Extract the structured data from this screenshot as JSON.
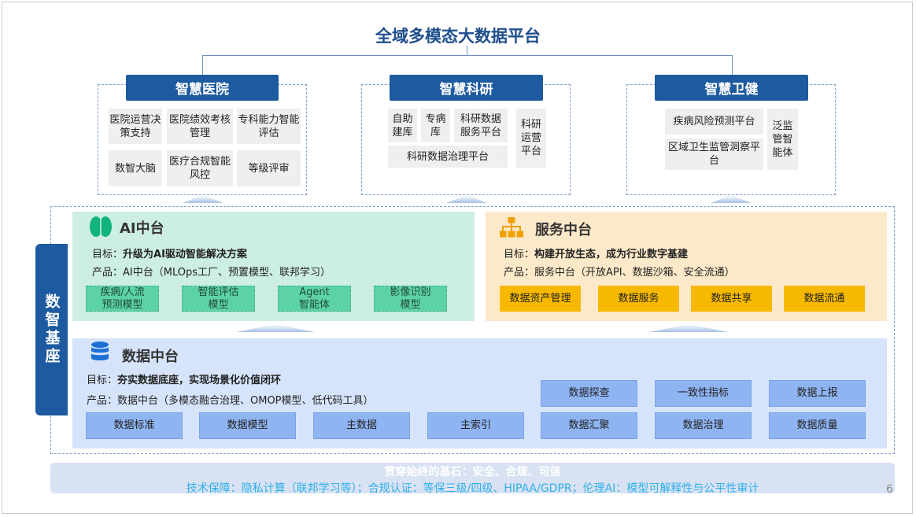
{
  "title": "全域多模态大数据平台",
  "apps": [
    {
      "name": "智慧医院",
      "items": [
        "医院运营决策支持",
        "医院绩效考核管理",
        "专科能力智能评估",
        "数智大脑",
        "医疗合规智能风控",
        "等级评审"
      ]
    },
    {
      "name": "智慧科研",
      "items": [
        "自助建库",
        "专病库",
        "科研数据服务平台",
        "科研运营平台",
        "科研数据治理平台"
      ]
    },
    {
      "name": "智慧卫健",
      "items": [
        "疾病风险预测平台",
        "区域卫生监管洞察平台",
        "泛监管智能体"
      ]
    }
  ],
  "foundation_label": "数智基座",
  "ai": {
    "title": "AI中台",
    "goal_label": "目标：",
    "goal": "升级为AI驱动智能解决方案",
    "product": "产品：AI中台（MLOps工厂、预置模型、联邦学习）",
    "chips": [
      "疾病/人流\n预测模型",
      "智能评估\n模型",
      "Agent\n智能体",
      "影像识别\n模型"
    ]
  },
  "service": {
    "title": "服务中台",
    "goal_label": "目标：",
    "goal": "构建开放生态，成为行业数字基建",
    "product": "产品：服务中台（开放API、数据沙箱、安全流通）",
    "chips": [
      "数据资产管理",
      "数据服务",
      "数据共享",
      "数据流通"
    ]
  },
  "data": {
    "title": "数据中台",
    "goal_label": "目标：",
    "goal": "夯实数据底座，实现场景化价值闭环",
    "product": "产品：数据中台（多模态融合治理、OMOP模型、低代码工具）",
    "chips_bottom": [
      "数据标准",
      "数据模型",
      "主数据",
      "主索引"
    ],
    "chips_grid": [
      "数据探查",
      "一致性指标",
      "数据上报",
      "数据汇聚",
      "数据治理",
      "数据质量"
    ]
  },
  "footer": {
    "heading": "贯穿始终的基石：安全、合规、可信",
    "detail": "技术保障：隐私计算（联邦学习等）；合规认证：等保三级/四级、HIPAA/GDPR；伦理AI：模型可解释性与公平性审计"
  },
  "page_number": "6",
  "colors": {
    "primary": "#1d5aa0",
    "ai_bg": "#cdeee2",
    "service_bg": "#fce9c9",
    "data_bg": "#d6e4fb"
  }
}
